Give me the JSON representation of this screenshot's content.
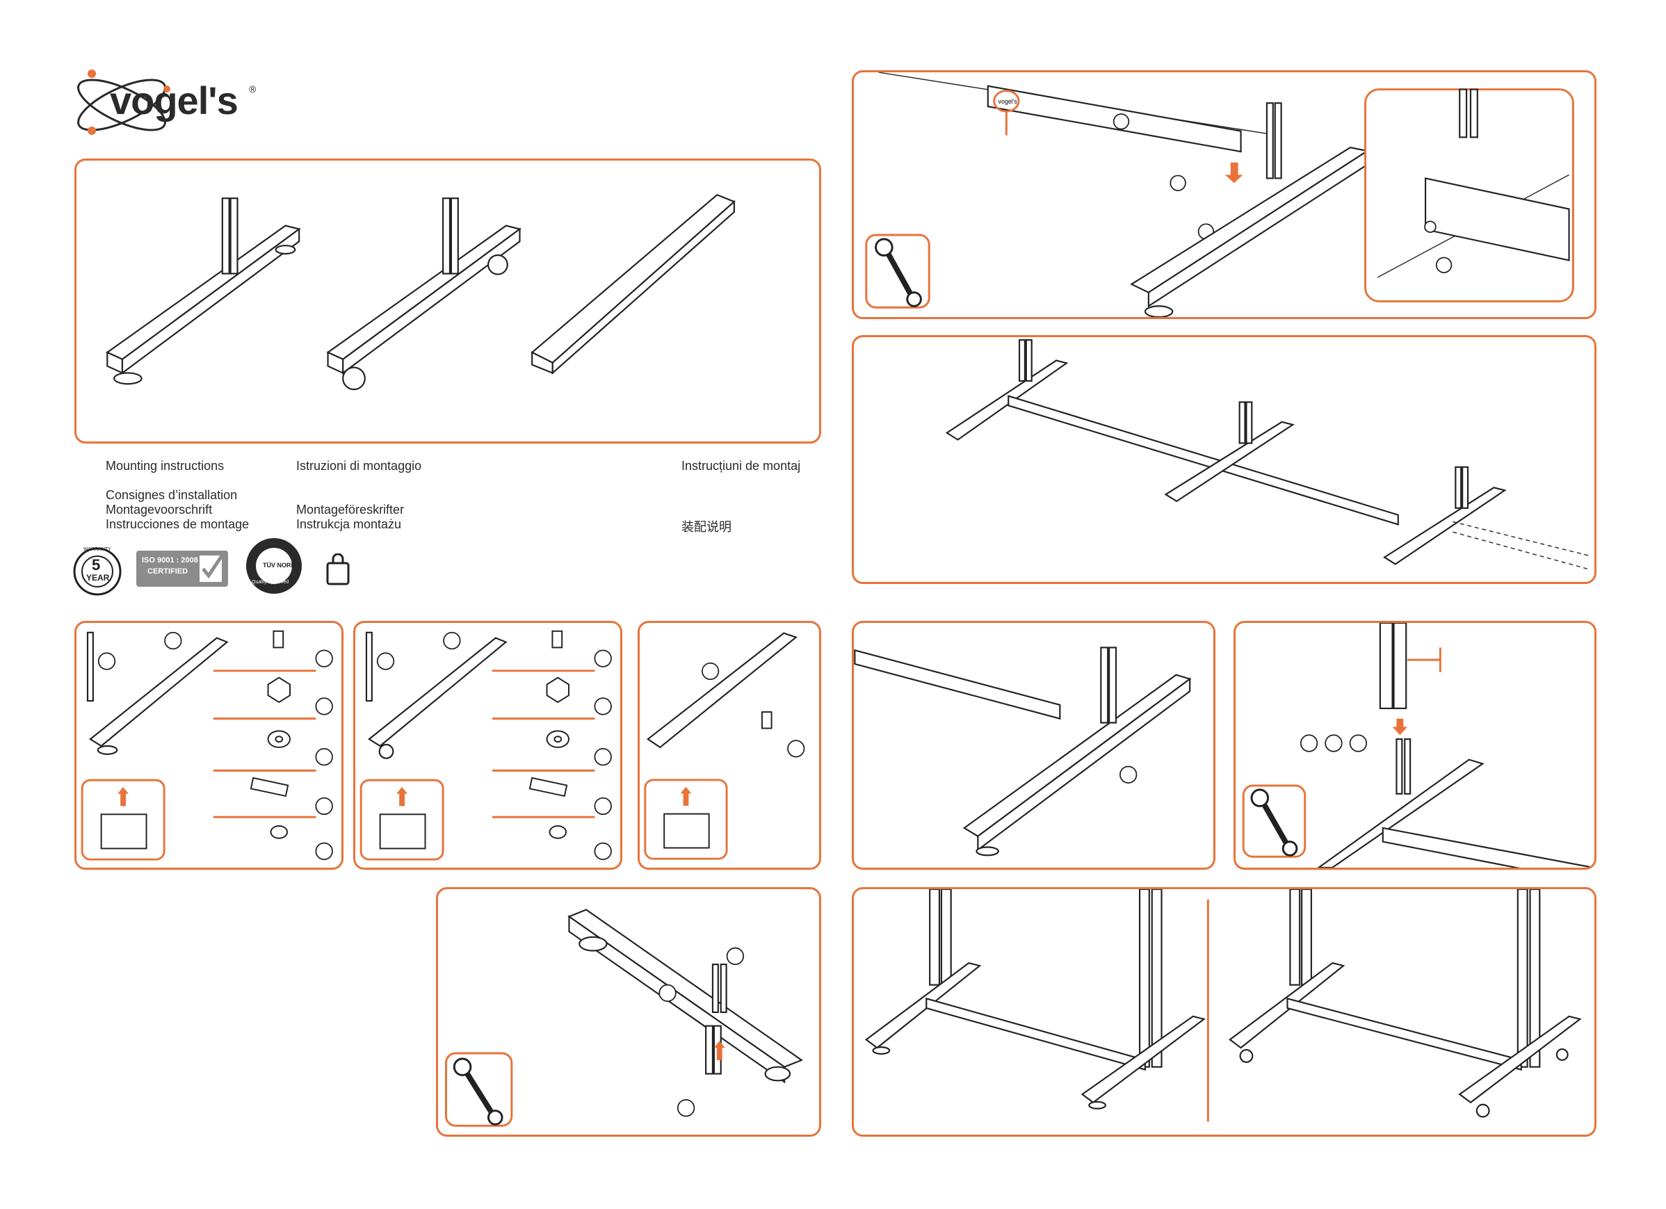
{
  "brand": {
    "logo_text": "vogel's",
    "registered": "®"
  },
  "colors": {
    "accent": "#e8733a",
    "ink": "#222222"
  },
  "languages": {
    "col1": [
      "Mounting instructions",
      "Consignes d’installation",
      "Montagevoorschrift",
      "Instrucciones de montage"
    ],
    "col2": [
      "Istruzioni di montaggio",
      "Montageföreskrifter",
      "Instrukcja montażu"
    ],
    "col3": [
      "Instrucțiuni de montaj",
      "装配说明"
    ]
  },
  "badges": {
    "warranty_number": "5",
    "warranty_unit": "YEAR",
    "warranty_ring": "WARRANTY",
    "iso_line1": "ISO 9001 : 2008",
    "iso_line2": "CERTIFIED",
    "tuv_line1": "TÜV NORD",
    "tuv_line2": "Quality Approved"
  },
  "part_labels": {
    "vogels_tag": "vogel's"
  }
}
